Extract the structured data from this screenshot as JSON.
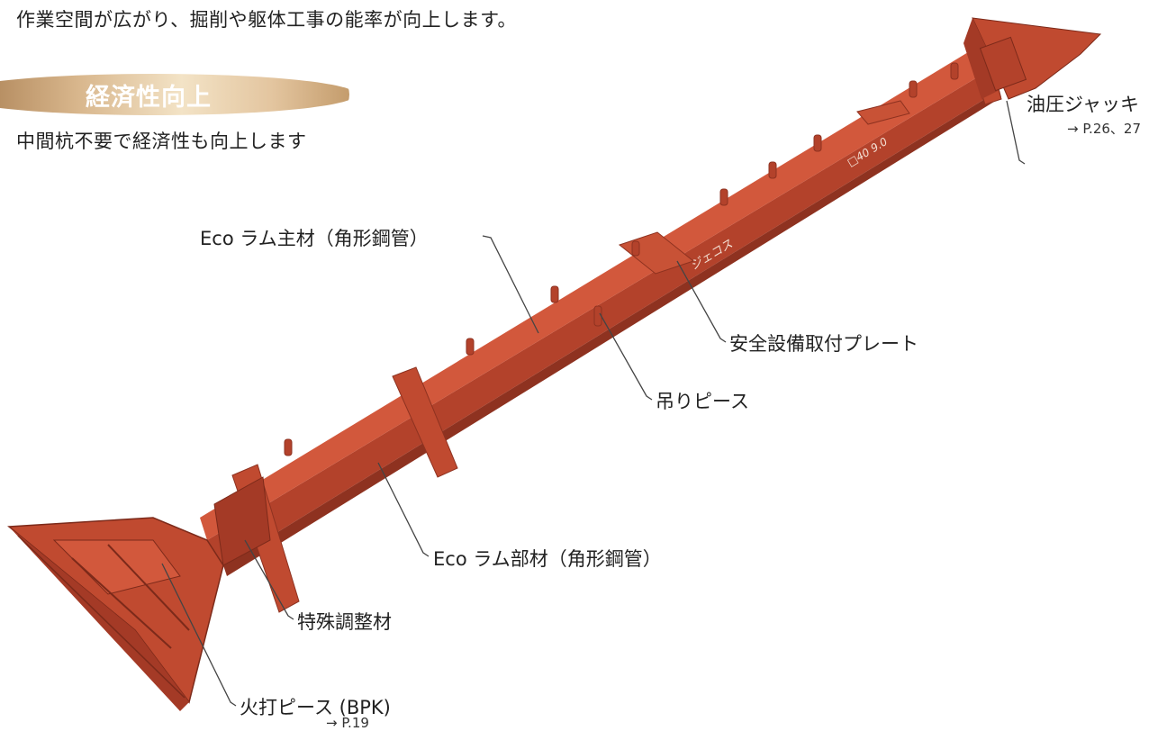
{
  "intro_text": "作業空間が広がり、掘削や躯体工事の能率が向上します。",
  "section": {
    "title": "経済性向上",
    "description": "中間杭不要で経済性も向上します"
  },
  "callouts": {
    "hydraulic_jack": "油圧ジャッキ",
    "hydraulic_jack_ref": "→ P.26、27",
    "main_member": "Eco ラム主材（角形鋼管）",
    "safety_plate": "安全設備取付プレート",
    "lifting_piece": "吊りピース",
    "sub_member": "Eco ラム部材（角形鋼管）",
    "special_adjuster": "特殊調整材",
    "bracket_piece": "火打ピース (BPK)",
    "bracket_piece_ref": "→ P.19"
  },
  "beam_markings": {
    "brand": "ジェコス",
    "size": "□40 9.0"
  },
  "colors": {
    "steel_top": "#d2583c",
    "steel_side": "#b3422b",
    "steel_dark": "#8e3220",
    "badge_gold": "#d8b68c"
  }
}
